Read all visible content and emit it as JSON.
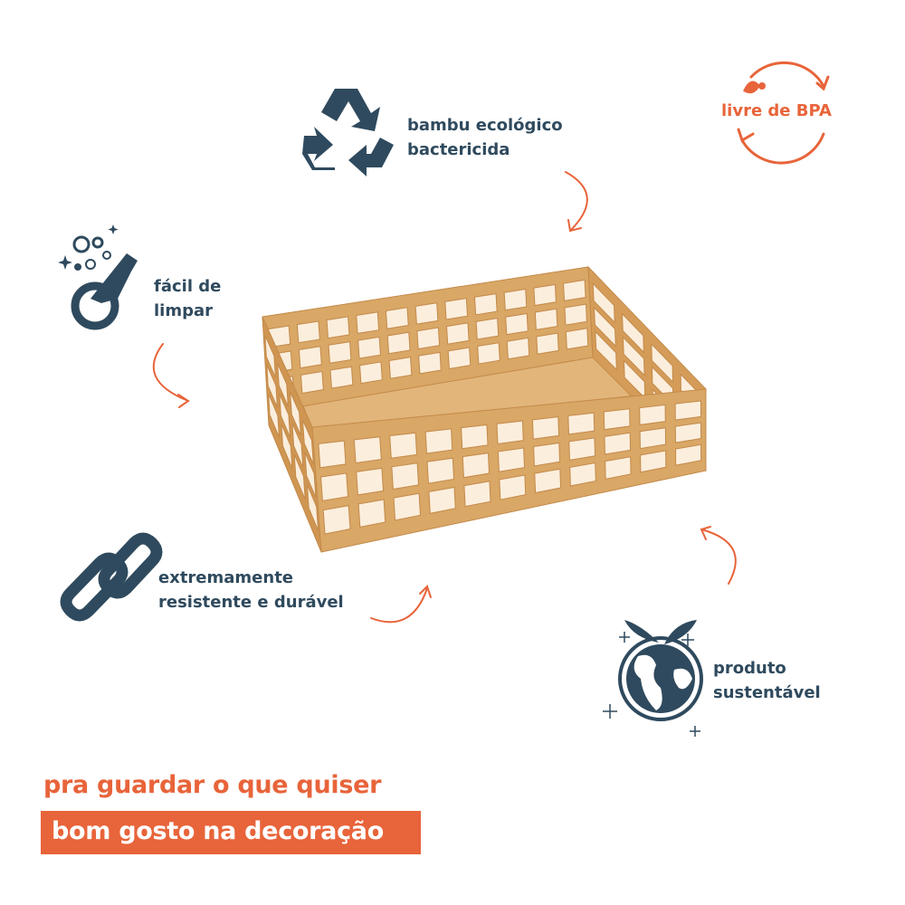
{
  "features": {
    "eco": [
      "bambu ecológico",
      "bactericida"
    ],
    "bpa": "livre de BPA",
    "clean": [
      "fácil de",
      "limpar"
    ],
    "durable": [
      "extremamente",
      "resistente e durável"
    ],
    "sustainable": [
      "produto",
      "sustentável"
    ]
  },
  "taglines": {
    "line1": "pra guardar o que quiser",
    "line2": "bom gosto na decoração"
  },
  "colors": {
    "accent": "#e8643a",
    "navy": "#2f4a5e",
    "bamboo": "#d9a766"
  },
  "icons": [
    "recycle-icon",
    "bpa-cycle-icon",
    "washing-hand-icon",
    "chain-link-icon",
    "globe-leaf-icon",
    "curved-arrow-icon"
  ]
}
